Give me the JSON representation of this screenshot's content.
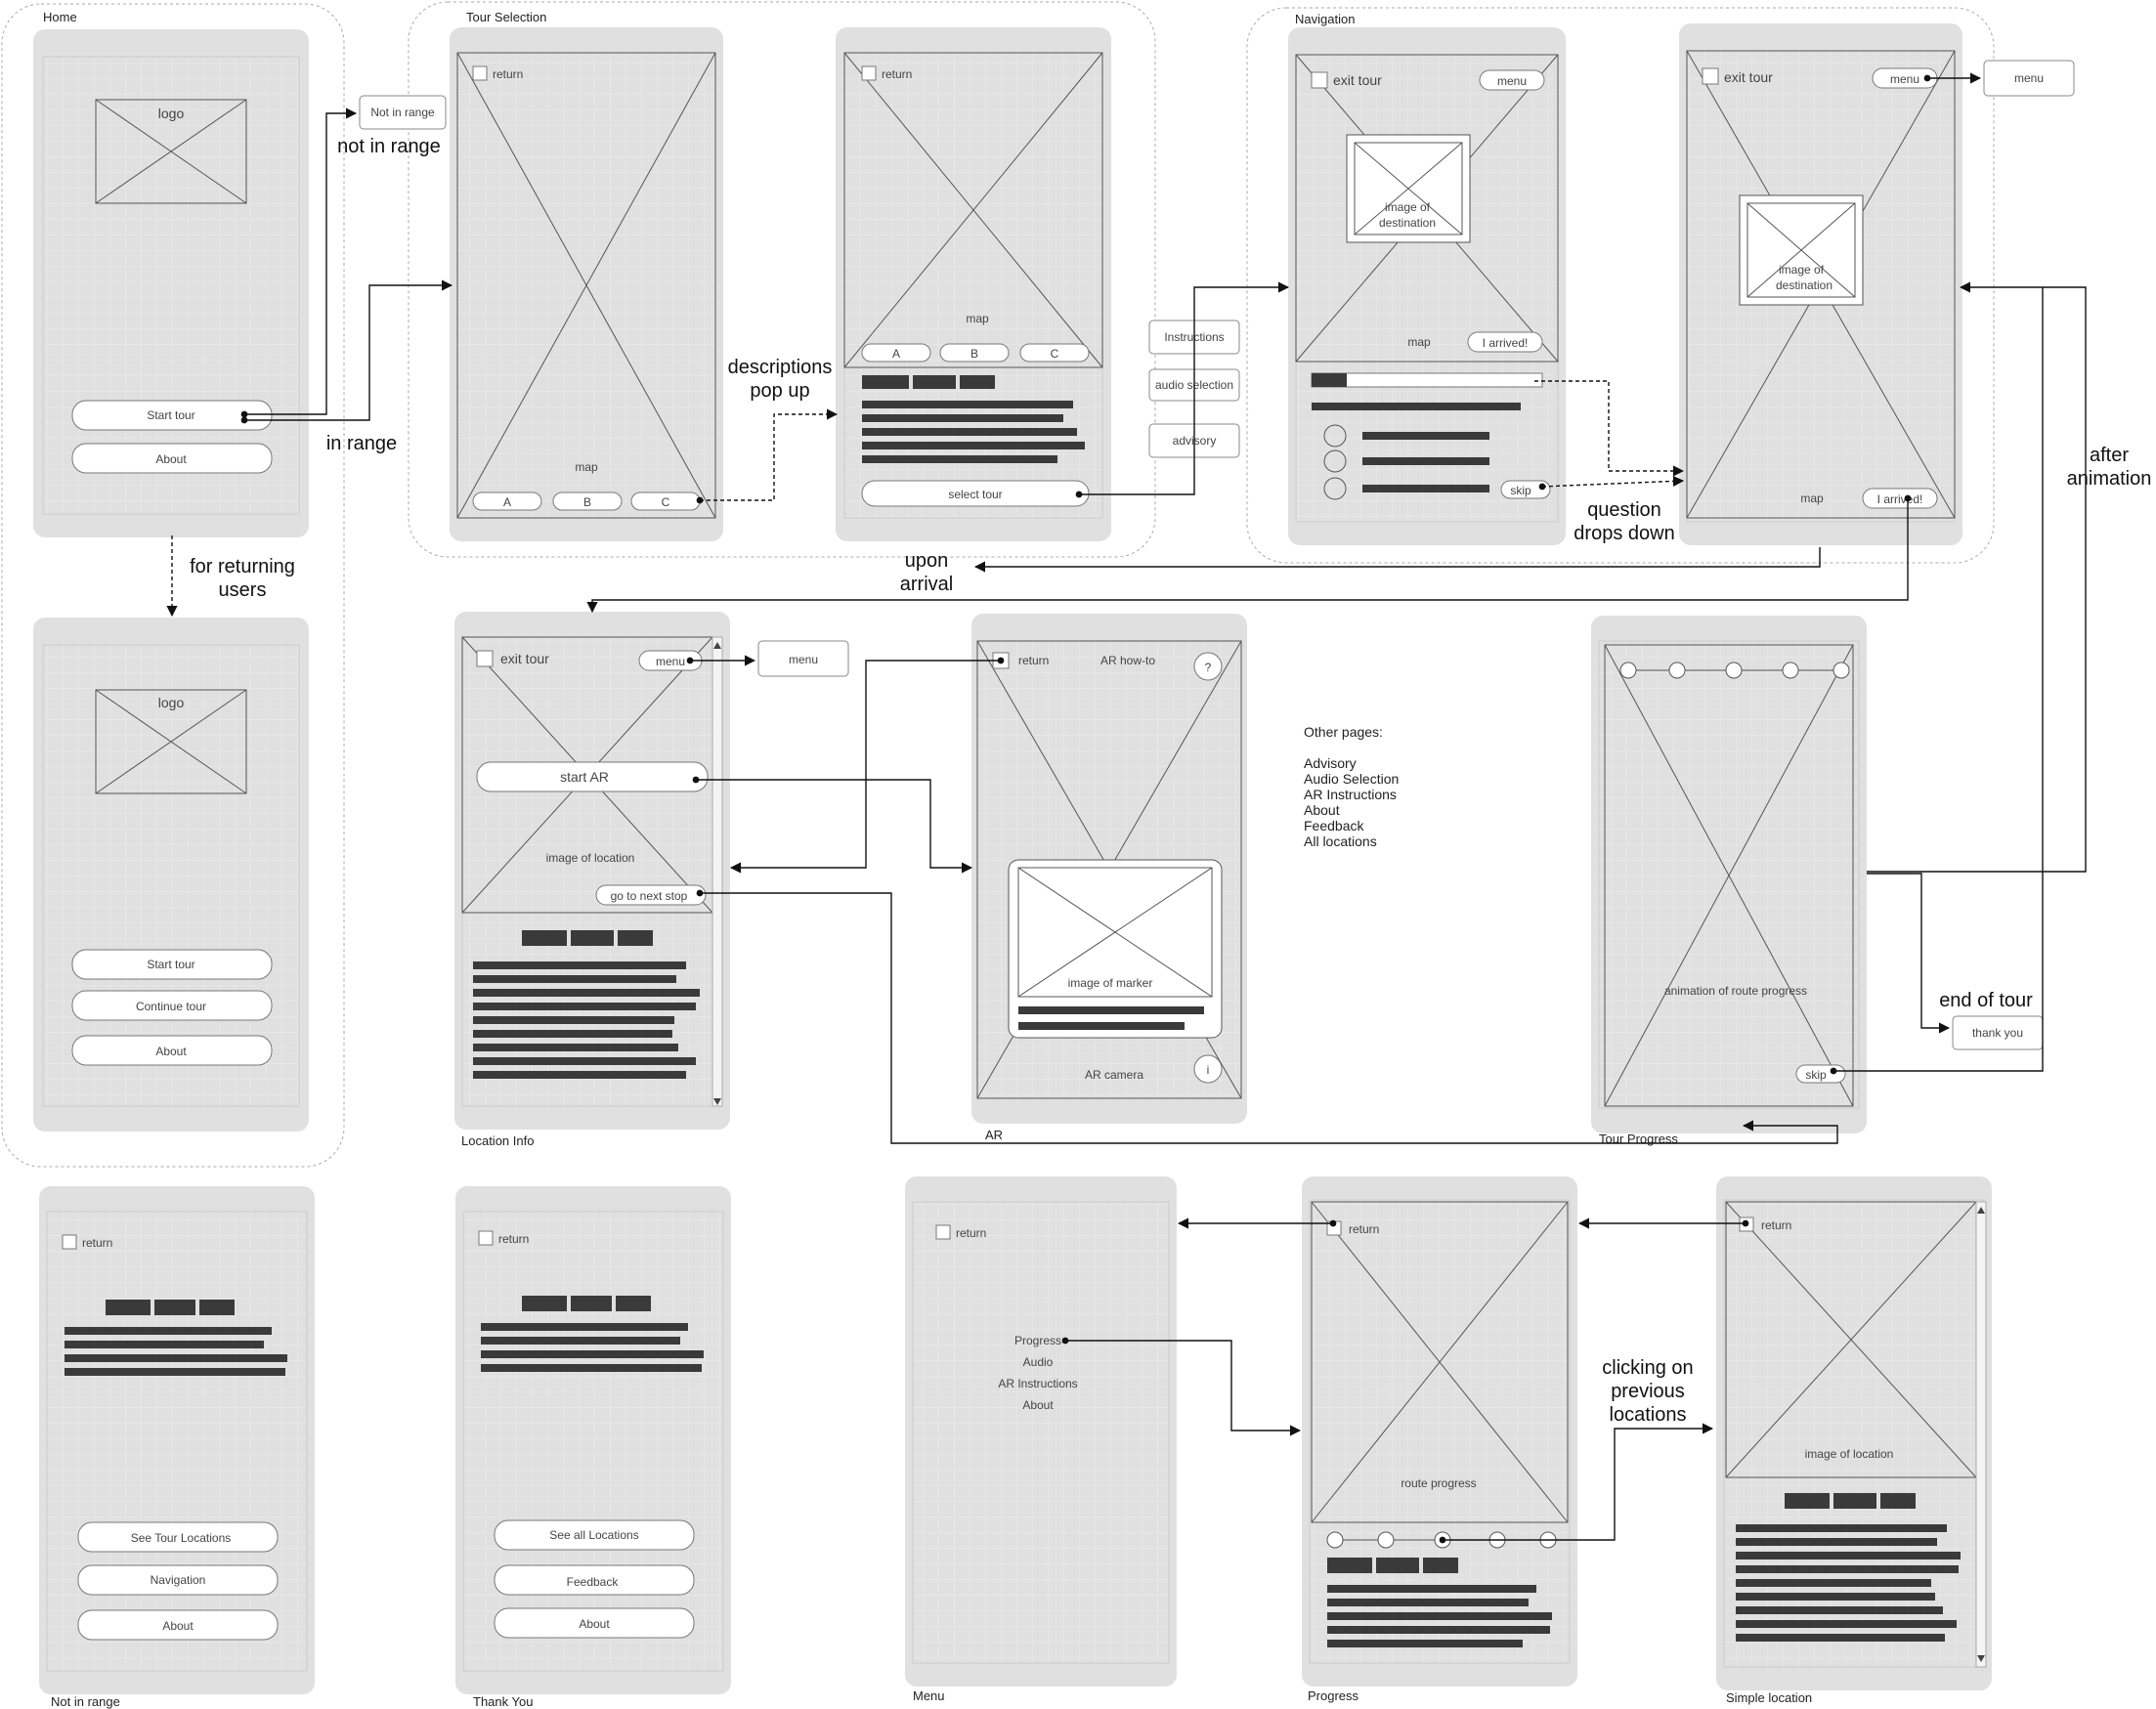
{
  "groups": {
    "home": "Home",
    "tour_selection": "Tour Selection",
    "navigation": "Navigation"
  },
  "captions": {
    "location_info": "Location Info",
    "ar": "AR",
    "tour_progress": "Tour Progress",
    "not_in_range": "Not in range",
    "thank_you": "Thank You",
    "menu": "Menu",
    "progress": "Progress",
    "simple_location": "Simple location"
  },
  "notes": {
    "not_in_range": "not in range",
    "in_range": "in range",
    "returning_1": "for returning",
    "returning_2": "users",
    "descriptions_1": "descriptions",
    "descriptions_2": "pop up",
    "question_1": "question",
    "question_2": "drops down",
    "after_1": "after",
    "after_2": "animation",
    "arrival_1": "upon",
    "arrival_2": "arrival",
    "end_of_tour": "end of tour",
    "clicking_1": "clicking on",
    "clicking_2": "previous",
    "clicking_3": "locations"
  },
  "popups": {
    "not_in_range": "Not in range",
    "menu": "menu",
    "thank_you": "thank you"
  },
  "side_buttons": {
    "instructions": "Instructions",
    "audio_selection": "audio selection",
    "advisory": "advisory"
  },
  "home": {
    "logo": "logo",
    "start_tour": "Start tour",
    "about": "About",
    "continue_tour": "Continue tour"
  },
  "common": {
    "return": "return",
    "exit_tour": "exit tour",
    "menu": "menu",
    "map": "map",
    "tab_a": "A",
    "tab_b": "B",
    "tab_c": "C",
    "select_tour": "select tour",
    "i_arrived": "I arrived!",
    "image_of": "image of",
    "destination": "destination",
    "skip": "skip"
  },
  "location_info": {
    "start_ar": "start AR",
    "image_of_location": "image of location",
    "go_to_next_stop": "go to next stop"
  },
  "ar": {
    "how_to": "AR how-to",
    "help": "?",
    "image_of_marker": "image of marker",
    "ar_camera": "AR camera",
    "info": "i"
  },
  "tour_progress": {
    "animation": "animation of route progress"
  },
  "other_pages": {
    "heading": "Other pages:",
    "items": [
      "Advisory",
      "Audio Selection",
      "AR Instructions",
      "About",
      "Feedback",
      "All locations"
    ]
  },
  "not_in_range_page": {
    "see_tour_locations": "See Tour Locations",
    "navigation": "Navigation",
    "about": "About"
  },
  "thank_you_page": {
    "see_all_locations": "See all Locations",
    "feedback": "Feedback",
    "about": "About"
  },
  "menu_page": {
    "items": [
      "Progress",
      "Audio",
      "AR Instructions",
      "About"
    ]
  },
  "progress_page": {
    "route_progress": "route progress"
  },
  "simple_location_page": {
    "image_of_location": "image of location"
  }
}
